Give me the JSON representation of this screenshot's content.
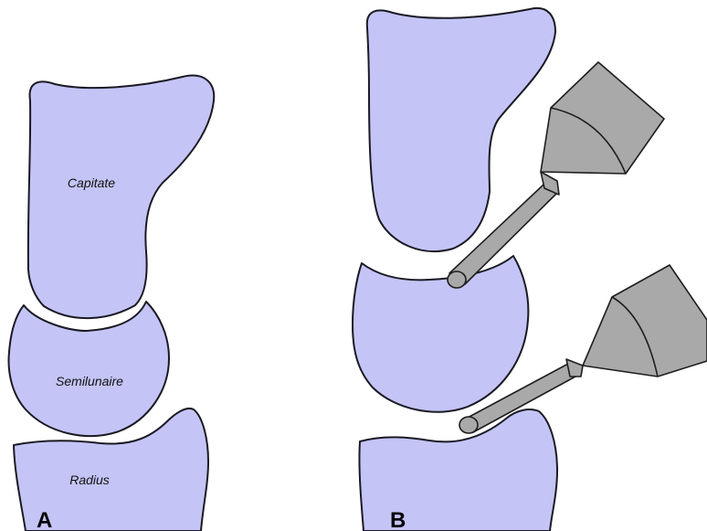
{
  "panels": {
    "a": {
      "letter": "A",
      "labels": {
        "capitate": "Capitate",
        "semilunaire": "Semilunaire",
        "radius": "Radius"
      }
    },
    "b": {
      "letter": "B"
    }
  },
  "colors": {
    "bone_fill": "#c4c4f6",
    "outline": "#1a1a24",
    "instrument": "#a9a9a9"
  }
}
